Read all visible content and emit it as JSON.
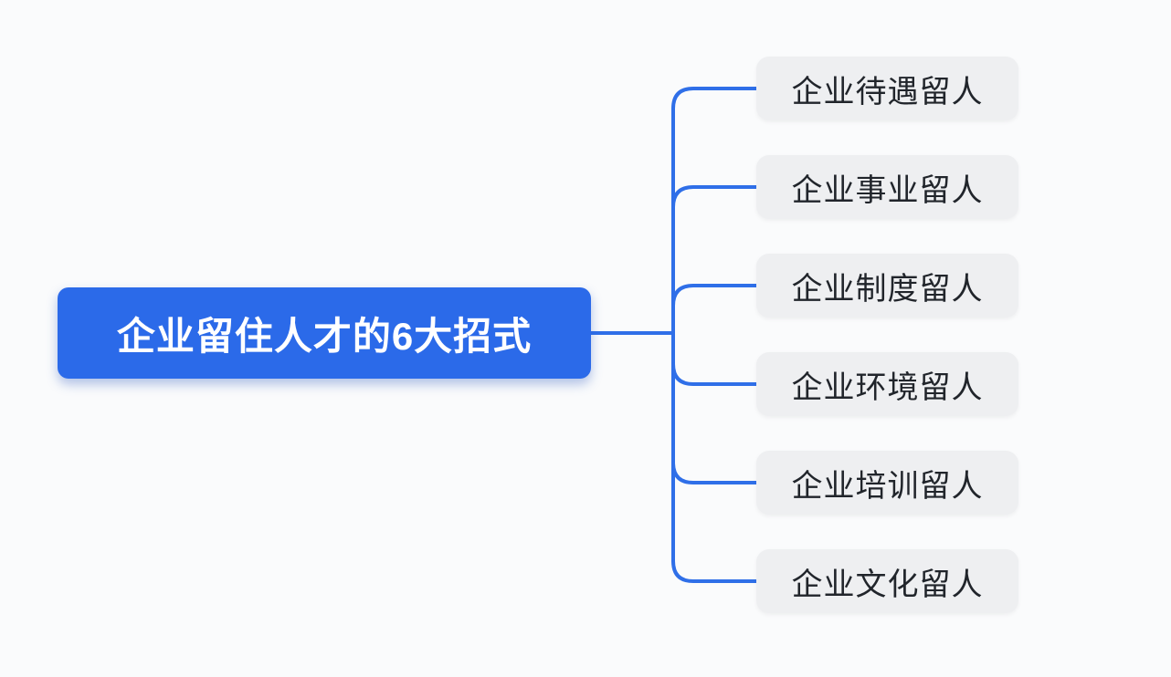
{
  "diagram": {
    "type": "mindmap",
    "root": {
      "label": "企业留住人才的6大招式"
    },
    "branches": [
      {
        "label": "企业待遇留人"
      },
      {
        "label": "企业事业留人"
      },
      {
        "label": "企业制度留人"
      },
      {
        "label": "企业环境留人"
      },
      {
        "label": "企业培训留人"
      },
      {
        "label": "企业文化留人"
      }
    ],
    "colors": {
      "background": "#fafbfc",
      "root_bg": "#2b6ae9",
      "root_text": "#ffffff",
      "branch_bg": "#eeeff1",
      "branch_text": "#21252b",
      "connector": "#2f6fe8"
    }
  }
}
